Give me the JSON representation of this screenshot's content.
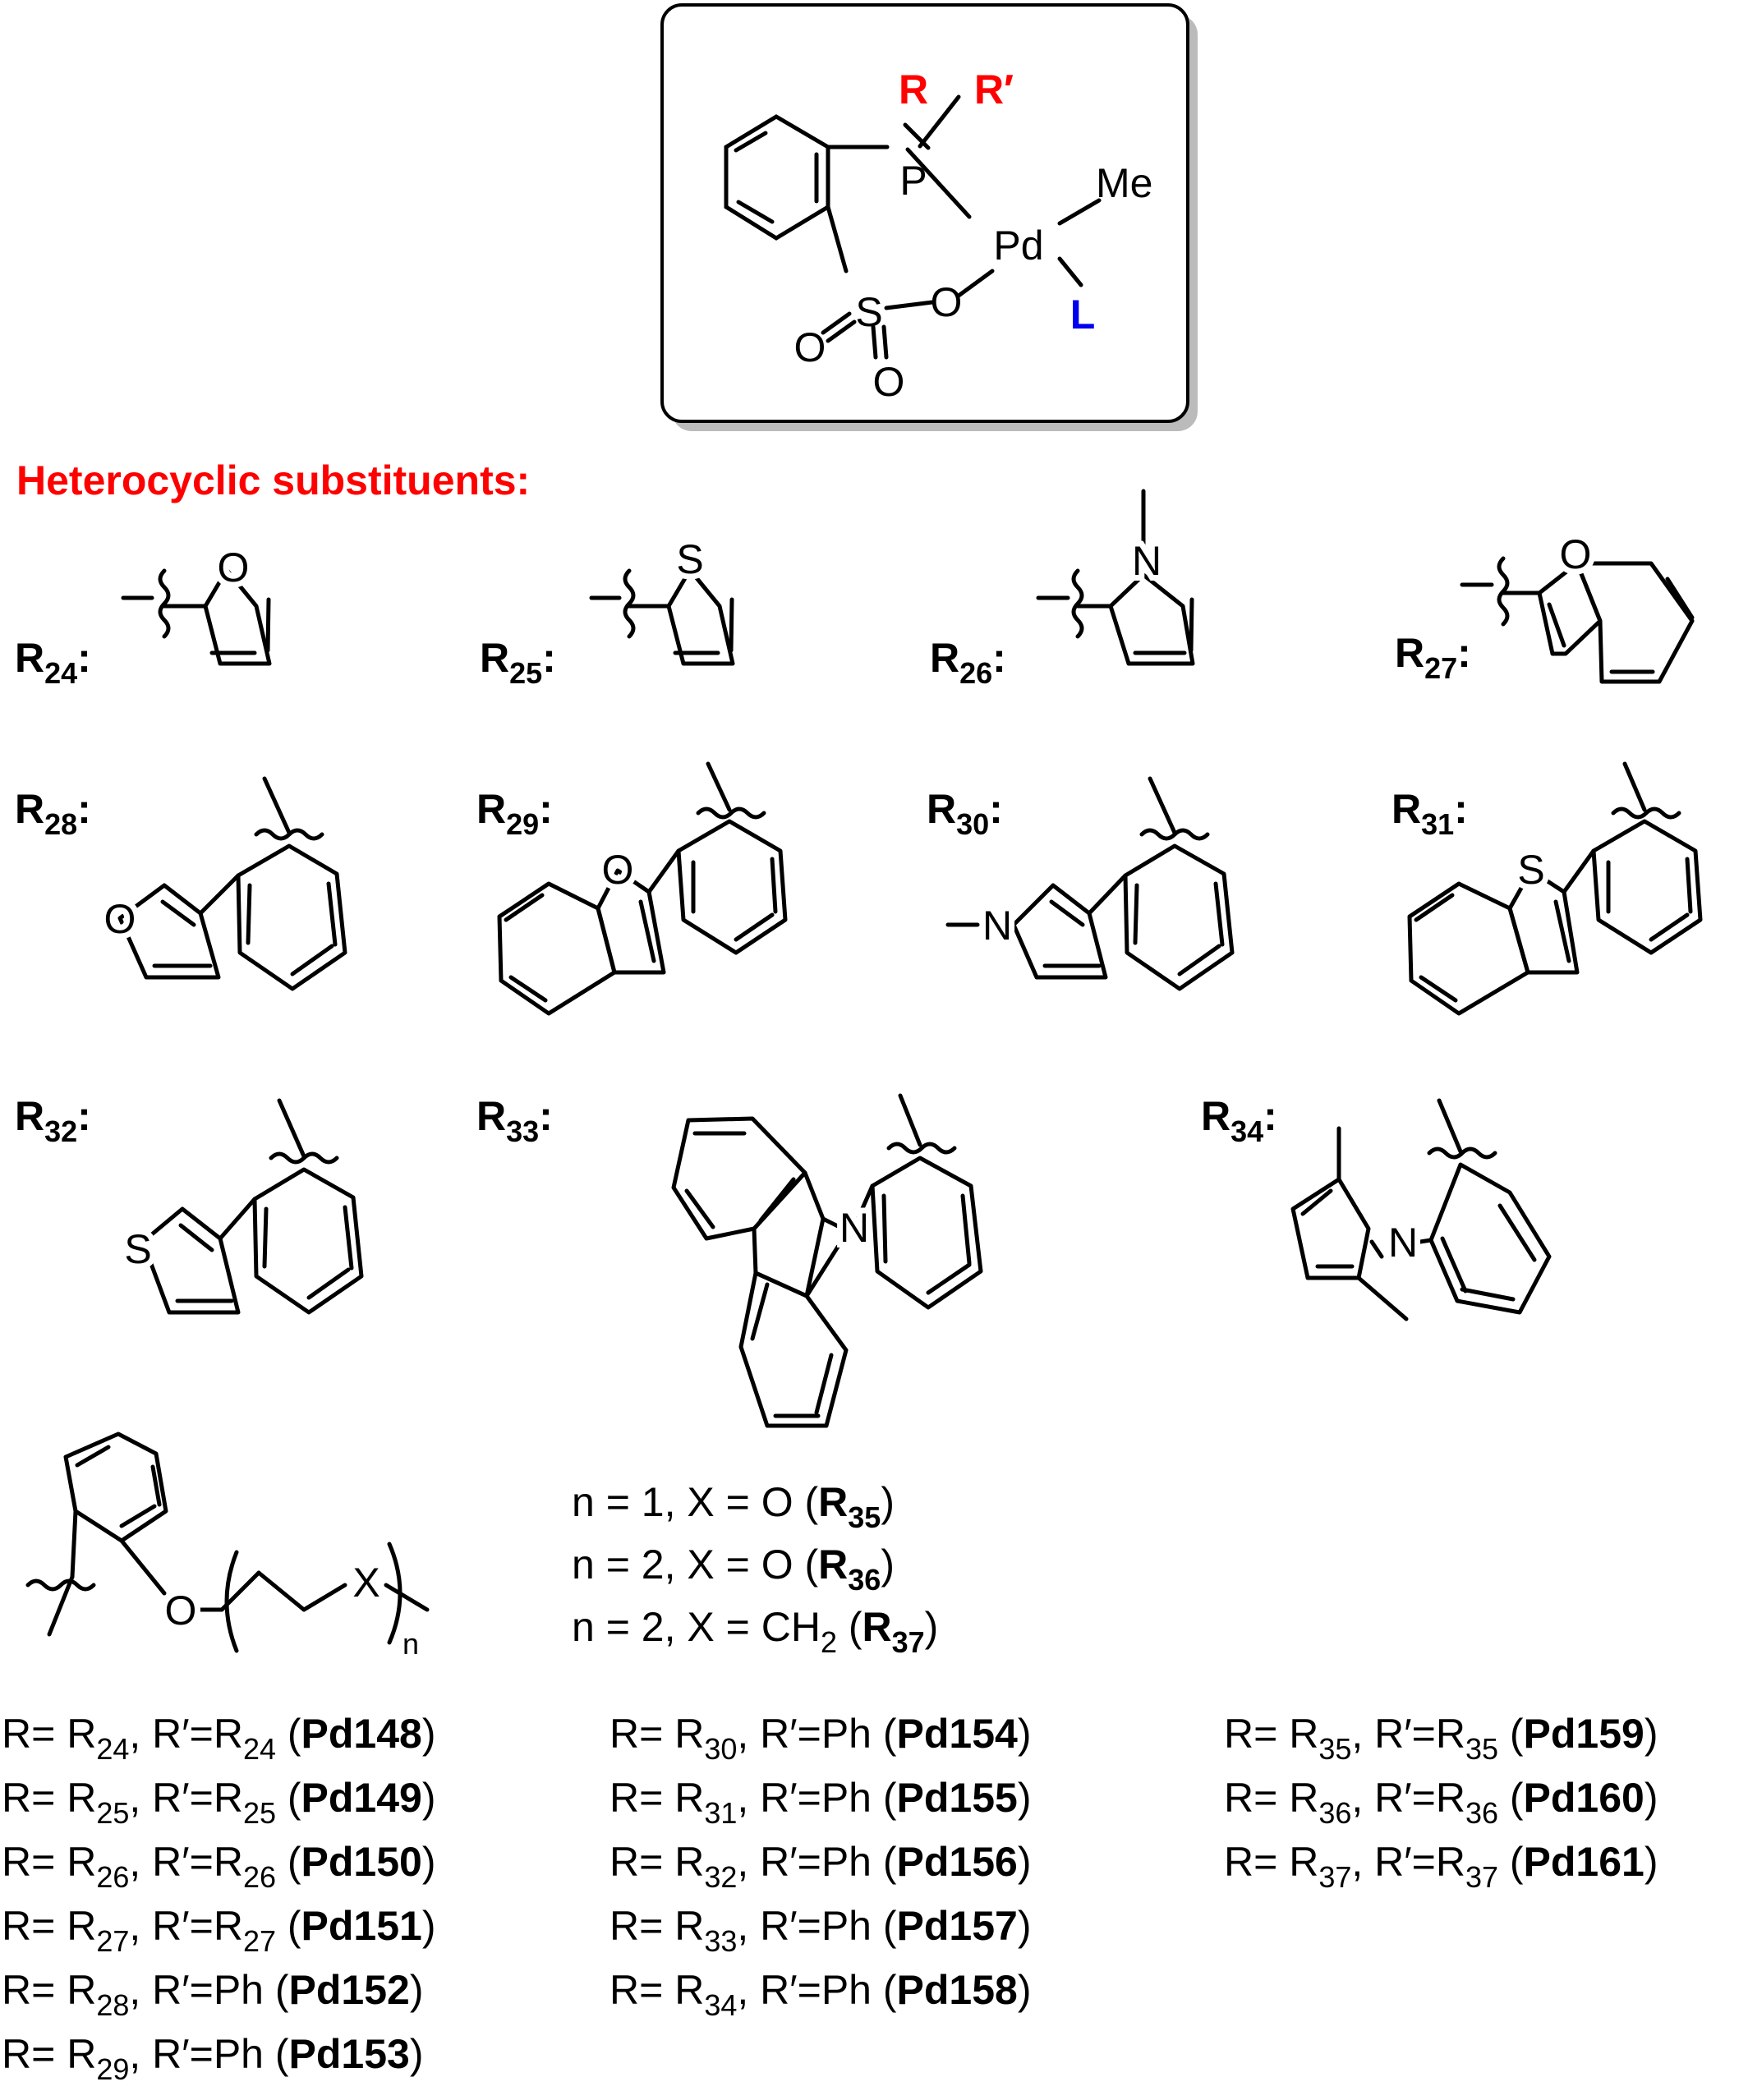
{
  "palette": {
    "red": "#ff0000",
    "blue": "#0000ee",
    "black": "#000000"
  },
  "core": {
    "R": "R",
    "Rp": "R′",
    "P": "P",
    "Pd": "Pd",
    "Me": "Me",
    "L": "L",
    "S": "S",
    "O_bridge": "O",
    "O1": "O",
    "O2": "O"
  },
  "heading": "Heterocyclic substituents:",
  "subst": [
    {
      "R": "R",
      "num": "24",
      "colon": ":",
      "atoms": [
        "O"
      ]
    },
    {
      "R": "R",
      "num": "25",
      "colon": ":",
      "atoms": [
        "S"
      ]
    },
    {
      "R": "R",
      "num": "26",
      "colon": ":",
      "atoms": [
        "N"
      ]
    },
    {
      "R": "R",
      "num": "27",
      "colon": ":",
      "atoms": [
        "O"
      ]
    },
    {
      "R": "R",
      "num": "28",
      "colon": ":",
      "atoms": [
        "O"
      ]
    },
    {
      "R": "R",
      "num": "29",
      "colon": ":",
      "atoms": [
        "O"
      ]
    },
    {
      "R": "R",
      "num": "30",
      "colon": ":",
      "atoms": [
        "N"
      ]
    },
    {
      "R": "R",
      "num": "31",
      "colon": ":",
      "atoms": [
        "S"
      ]
    },
    {
      "R": "R",
      "num": "32",
      "colon": ":",
      "atoms": [
        "S"
      ]
    },
    {
      "R": "R",
      "num": "33",
      "colon": ":",
      "atoms": [
        "N"
      ]
    },
    {
      "R": "R",
      "num": "34",
      "colon": ":",
      "atoms": [
        "N"
      ]
    }
  ],
  "ether": {
    "O": "O",
    "X": "X",
    "n": "n"
  },
  "defs": [
    {
      "pre": "n = 1, X = O (",
      "R": "R",
      "sub": "35",
      "post": ")"
    },
    {
      "pre": "n = 2, X = O (",
      "R": "R",
      "sub": "36",
      "post": ")"
    },
    {
      "pre": "n = 2, X = CH",
      "mid_sub": "2",
      "mid": " (",
      "R": "R",
      "sub": "37",
      "post": ")"
    }
  ],
  "entries": [
    {
      "a": "R= R",
      "s1": "24",
      "b": ", R′=R",
      "s2": "24",
      "c": " (",
      "pd": "Pd148",
      "d": ")"
    },
    {
      "a": "R= R",
      "s1": "25",
      "b": ", R′=R",
      "s2": "25",
      "c": " (",
      "pd": "Pd149",
      "d": ")"
    },
    {
      "a": "R= R",
      "s1": "26",
      "b": ", R′=R",
      "s2": "26",
      "c": " (",
      "pd": "Pd150",
      "d": ")"
    },
    {
      "a": "R= R",
      "s1": "27",
      "b": ", R′=R",
      "s2": "27",
      "c": " (",
      "pd": "Pd151",
      "d": ")"
    },
    {
      "a": "R= R",
      "s1": "28",
      "b": ", R′=Ph (",
      "pd": "Pd152",
      "d": ")"
    },
    {
      "a": "R= R",
      "s1": "29",
      "b": ", R′=Ph (",
      "pd": "Pd153",
      "d": ")"
    },
    {
      "a": "R= R",
      "s1": "30",
      "b": ", R′=Ph (",
      "pd": "Pd154",
      "d": ")"
    },
    {
      "a": "R= R",
      "s1": "31",
      "b": ", R′=Ph (",
      "pd": "Pd155",
      "d": ")"
    },
    {
      "a": "R= R",
      "s1": "32",
      "b": ", R′=Ph (",
      "pd": "Pd156",
      "d": ")"
    },
    {
      "a": "R= R",
      "s1": "33",
      "b": ", R′=Ph (",
      "pd": "Pd157",
      "d": ")"
    },
    {
      "a": "R= R",
      "s1": "34",
      "b": ", R′=Ph (",
      "pd": "Pd158",
      "d": ")"
    },
    {
      "a": "R= R",
      "s1": "35",
      "b": ", R′=R",
      "s2": "35",
      "c": " (",
      "pd": "Pd159",
      "d": ")"
    },
    {
      "a": "R= R",
      "s1": "36",
      "b": ", R′=R",
      "s2": "36",
      "c": " (",
      "pd": "Pd160",
      "d": ")"
    },
    {
      "a": "R= R",
      "s1": "37",
      "b": ", R′=R",
      "s2": "37",
      "c": " (",
      "pd": "Pd161",
      "d": ")"
    }
  ]
}
